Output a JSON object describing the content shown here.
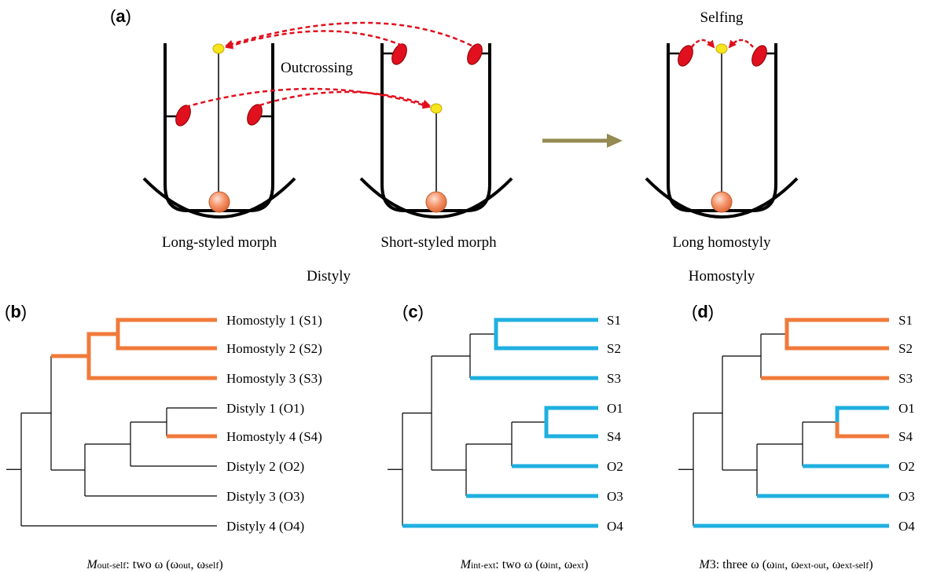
{
  "panel_a": {
    "label": "a",
    "outcrossing": "Outcrossing",
    "selfing": "Selfing",
    "morphs": [
      "Long-styled morph",
      "Short-styled morph",
      "Long homostyly"
    ],
    "groups": [
      "Distyly",
      "Homostyly"
    ],
    "colors": {
      "anther": "#e0101e",
      "stigma": "#f5e51c",
      "ovary": "#f5946a",
      "pollen_flow": "#e0101e",
      "transition_arrow": "#948a52"
    }
  },
  "panel_b": {
    "label": "b",
    "leaves": [
      "Homostyly 1 (S1)",
      "Homostyly 2 (S2)",
      "Homostyly 3 (S3)",
      "Distyly 1 (O1)",
      "Homostyly 4 (S4)",
      "Distyly 2 (O2)",
      "Distyly 3 (O3)",
      "Distyly 4 (O4)"
    ],
    "caption": {
      "M": "M",
      "sub": "out-self",
      "text": ": two ω (ω",
      "w1": "out",
      "sep": ", ω",
      "w2": "self",
      "end": ")"
    }
  },
  "panel_c": {
    "label": "c",
    "leaves": [
      "S1",
      "S2",
      "S3",
      "O1",
      "S4",
      "O2",
      "O3",
      "O4"
    ],
    "caption": {
      "M": "M",
      "sub": "int-ext",
      "text": ": two ω (ω",
      "w1": "int",
      "sep": ", ω",
      "w2": "ext",
      "end": ")"
    }
  },
  "panel_d": {
    "label": "d",
    "leaves": [
      "S1",
      "S2",
      "S3",
      "O1",
      "S4",
      "O2",
      "O3",
      "O4"
    ],
    "caption": {
      "M": "M",
      "sub": "3",
      "text": ": three ω (ω",
      "w1": "int",
      "sep1": ", ω",
      "w2": "ext-out",
      "sep2": ", ω",
      "w3": "ext-self",
      "end": ")"
    }
  },
  "branch_colors": {
    "orange": "#f07a3a",
    "blue": "#1fb0e0",
    "black": "#000000"
  }
}
